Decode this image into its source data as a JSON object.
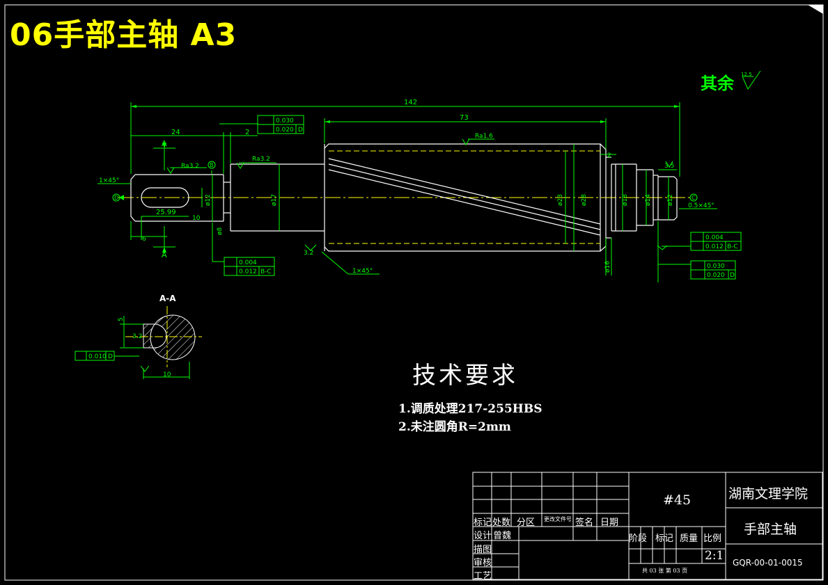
{
  "sheet_title": "06手部主轴 A3",
  "roughness_note": {
    "label": "其余",
    "value": "12.5"
  },
  "dimensions": {
    "overall": "142",
    "left_24": "24",
    "small_2": "2",
    "right_73": "73",
    "chamfer_left": "1×45°",
    "slot_len": "25.99",
    "slot_width": "10",
    "left_6": "6",
    "chamfer_bottom": "1×45°",
    "chamfer_right": "0.5×45°",
    "dia_8": "ø8",
    "dia_12": "ø12",
    "dia_17": "ø17",
    "dia_23": "ø23",
    "dia_28": "ø28",
    "dia_18": "ø18",
    "dia_14": "ø14",
    "dia_12r": "ø12",
    "dia_16": "ø16",
    "len_2r": "2",
    "len_35": "3.5",
    "len_32": "3.2"
  },
  "roughness": {
    "ra32_a": "Ra3.2",
    "ra32_b": "Ra3.2",
    "ra16": "Ra1.6"
  },
  "tolerances": {
    "top_a": "0.030",
    "top_b": "0.020",
    "top_ref": "D",
    "left_a": "0.004",
    "left_b": "0.012",
    "left_ref": "B-C",
    "right_a": "0.004",
    "right_b": "0.012",
    "right_ref": "B-C",
    "right2_a": "0.030",
    "right2_b": "0.020",
    "right2_ref": "D",
    "section_a": "0.010",
    "section_ref": "D"
  },
  "datums": {
    "b": "B",
    "c": "C",
    "d": "D",
    "a": "A"
  },
  "section": {
    "title": "A-A",
    "dim_depth": "5",
    "dim_width": "10",
    "dim_32": "3.2"
  },
  "tech_requirements": {
    "title": "技术要求",
    "items": [
      "1.调质处理217-255HBS",
      "2.未注圆角R=2mm"
    ]
  },
  "title_block": {
    "material": "#45",
    "school": "湖南文理学院",
    "part_name": "手部主轴",
    "drawing_no": "GQR-00-01-0015",
    "scale": "2:1",
    "header_labels": [
      "标记",
      "处数",
      "分区",
      "更改文件号",
      "签名",
      "日期"
    ],
    "row_labels": [
      "设计",
      "描图",
      "审核",
      "工艺"
    ],
    "designer": "曾魏",
    "stage_labels": [
      "阶段",
      "标记",
      "质量",
      "比例"
    ],
    "sheets": "共 03 张    第 03 页"
  },
  "colors": {
    "border": "#ffffff",
    "dim": "#00ff00",
    "center": "#ffff00",
    "part": "#ffffff"
  }
}
